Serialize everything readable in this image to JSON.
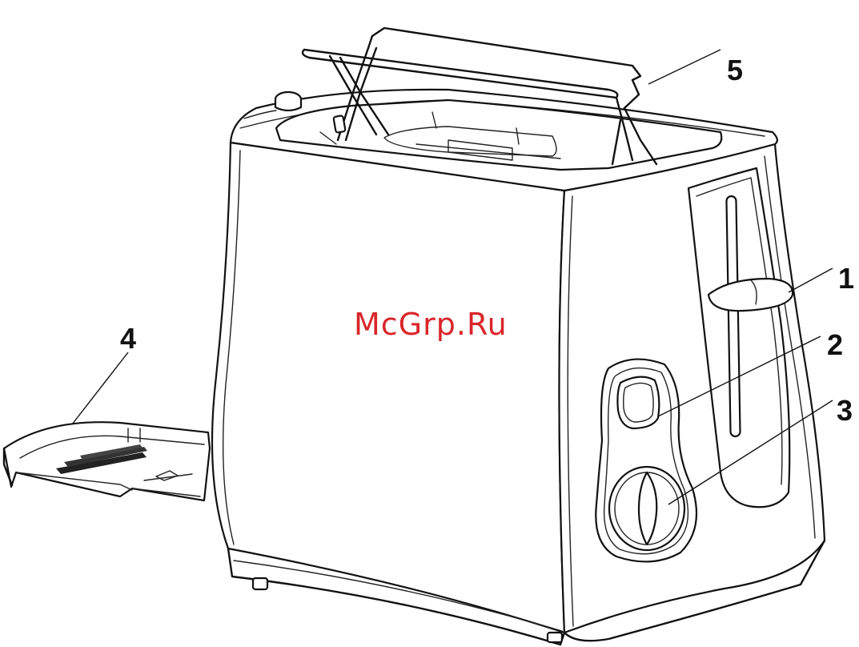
{
  "watermark": "McGrp.Ru",
  "callouts": [
    {
      "id": "1",
      "label": "1"
    },
    {
      "id": "2",
      "label": "2"
    },
    {
      "id": "3",
      "label": "3"
    },
    {
      "id": "4",
      "label": "4"
    },
    {
      "id": "5",
      "label": "5"
    }
  ]
}
